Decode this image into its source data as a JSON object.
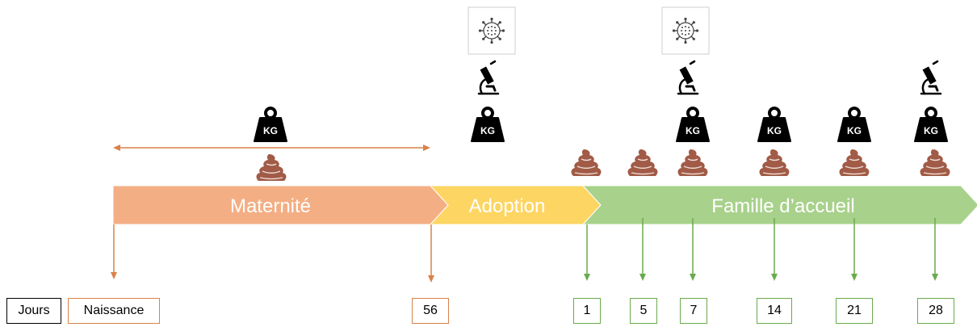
{
  "phases": [
    {
      "label": "Maternité",
      "color": "#f4ae84"
    },
    {
      "label": "Adoption",
      "color": "#fdd562"
    },
    {
      "label": "Famille d’accueil",
      "color": "#a8d18b"
    }
  ],
  "axis": {
    "jours_label": "Jours",
    "naissance_label": "Naissance",
    "days": [
      "56",
      "1",
      "5",
      "7",
      "14",
      "21",
      "28"
    ]
  },
  "icons": {
    "virus": "virus-icon",
    "microscope": "microscope-icon",
    "weight": "weight-kg-icon",
    "weight_text": "KG",
    "stool": "stool-icon"
  },
  "colors": {
    "orange_arrow": "#d9824a",
    "green_arrow": "#6aaa4c",
    "stool": "#a15b46"
  }
}
